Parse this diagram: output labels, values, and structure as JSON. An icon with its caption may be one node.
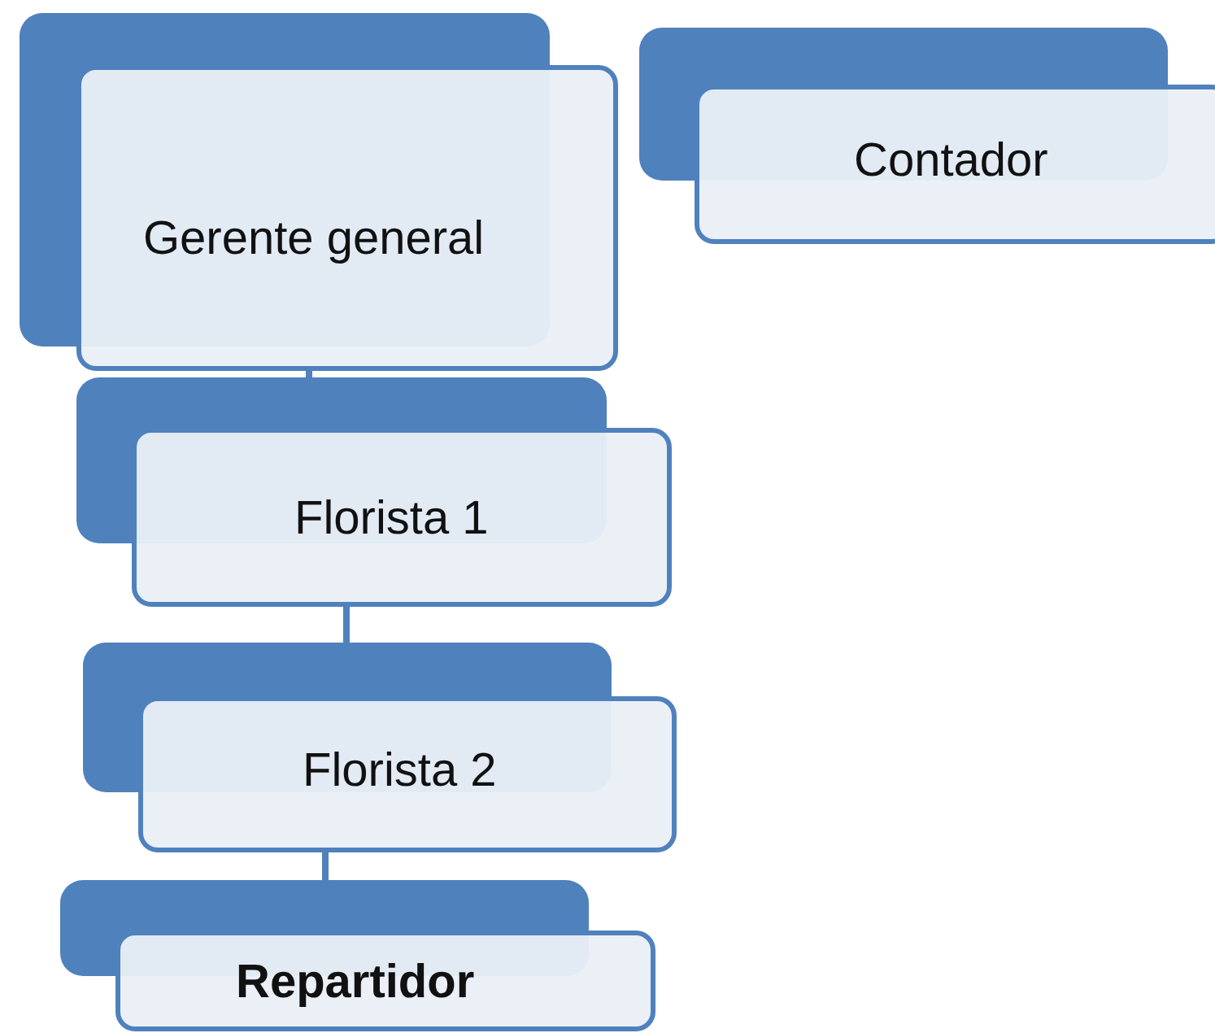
{
  "diagram": {
    "nodes": [
      {
        "text": [
          "Gerente  general"
        ]
      },
      {
        "text": [
          "Contador"
        ]
      },
      {
        "text": [
          "Florista 1"
        ]
      },
      {
        "text": [
          "Florista 2"
        ]
      },
      {
        "text": [
          "Repartidor"
        ]
      }
    ],
    "edges": [
      {
        "from": 0,
        "to": 2,
        "arrow": "none"
      },
      {
        "from": 2,
        "to": 3,
        "arrow": "none"
      },
      {
        "from": 3,
        "to": 4,
        "arrow": "none"
      }
    ]
  }
}
